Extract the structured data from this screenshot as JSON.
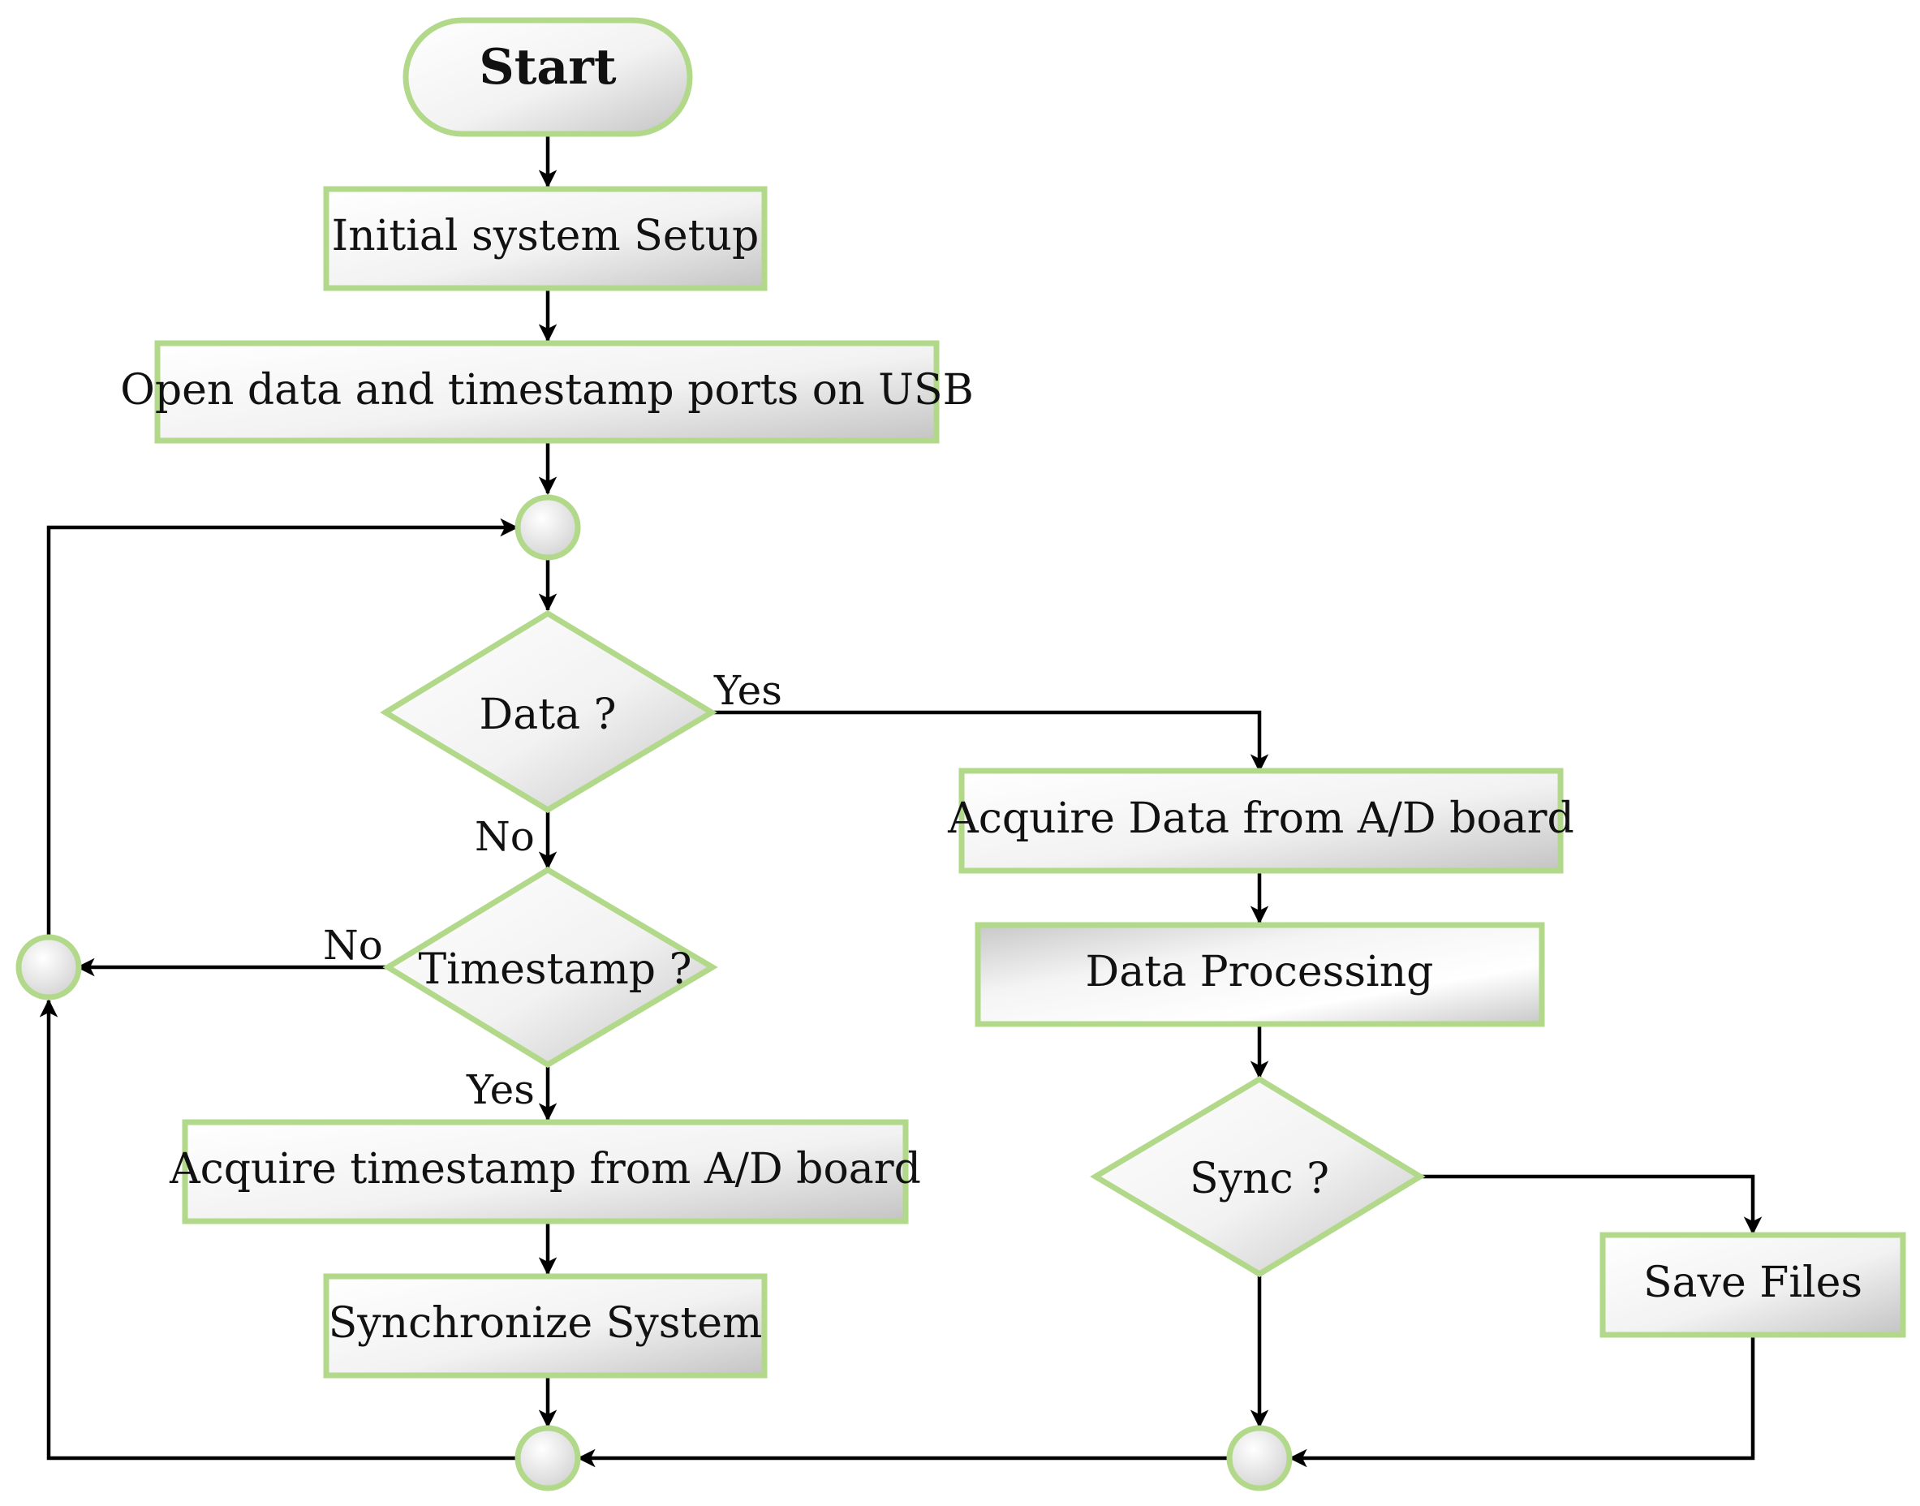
{
  "nodes": {
    "start": "Start",
    "initial_setup": "Initial system Setup",
    "open_ports": "Open data and timestamp ports on USB",
    "data_decision": "Data ?",
    "timestamp_decision": "Timestamp ?",
    "acquire_timestamp": "Acquire timestamp from A/D board",
    "synchronize": "Synchronize System",
    "acquire_data": "Acquire Data from A/D board",
    "data_processing": "Data Processing",
    "sync_decision": "Sync ?",
    "save_files": "Save Files"
  },
  "edges": {
    "data_yes": "Yes",
    "data_no": "No",
    "timestamp_no": "No",
    "timestamp_yes": "Yes"
  },
  "colors": {
    "node_border": "#b2d98a",
    "node_fill_light": "#ffffff",
    "node_fill_dark": "#c9c9c9",
    "connector": "#000000"
  }
}
